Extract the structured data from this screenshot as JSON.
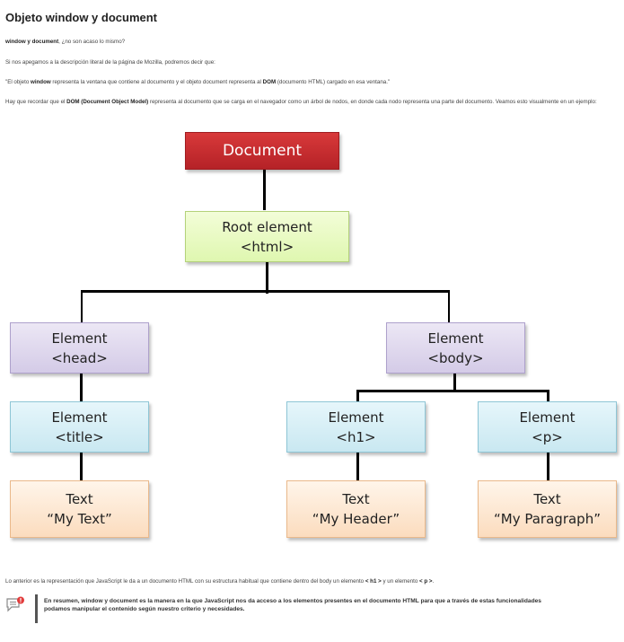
{
  "article": {
    "title": "Objeto window y document",
    "q_bold": "window y document",
    "q_rest": ", ¿no son acaso lo mismo?",
    "intro": "Si nos apegamos a la descripción literal de la página de Mozilla, podremos decir que:",
    "quote_1": "\"El objeto ",
    "quote_window": "window",
    "quote_2": " representa la ventana que contiene al documento y el objeto document representa al ",
    "quote_dom": "DOM",
    "quote_3": " (documento HTML) cargado en esa ventana.\"",
    "dom_1": "Hay que recordar que el ",
    "dom_bold": "DOM (Document Object Model)",
    "dom_2": " representa al documento que se carga en el navegador como un árbol de nodos, en donde cada nodo representa una parte del documento. Veamos esto visualmente en un ejemplo:",
    "after_1": "Lo anterior es la representación que JavaScript le da a un documento HTML con su estructura habitual que contiene dentro del body un elemento ",
    "after_h1": "< h1 >",
    "after_2": " y un elemento ",
    "after_p": "< p >",
    "after_3": ".",
    "summary": "En resumen, window y document es la manera en la que JavaScript nos da acceso a los elementos presentes en el documento HTML para que a través de estas funcionalidades podamos manipular el contenido según nuestro criterio y necesidades."
  },
  "diagram": {
    "document": {
      "l1": "Document"
    },
    "root": {
      "l1": "Root element",
      "l2": "<html>"
    },
    "head": {
      "l1": "Element",
      "l2": "<head>"
    },
    "body": {
      "l1": "Element",
      "l2": "<body>"
    },
    "title": {
      "l1": "Element",
      "l2": "<title>"
    },
    "h1": {
      "l1": "Element",
      "l2": "<h1>"
    },
    "p": {
      "l1": "Element",
      "l2": "<p>"
    },
    "text_title": {
      "l1": "Text",
      "l2": "“My Text”"
    },
    "text_h1": {
      "l1": "Text",
      "l2": "“My Header”"
    },
    "text_p": {
      "l1": "Text",
      "l2": "“My Paragraph”"
    }
  },
  "colors": {
    "document_fill": "#c8292e",
    "root_fill": "#e9fbc4",
    "element_head_body_fill": "#ddd6ee",
    "element_leaf_fill": "#d6eff6",
    "text_fill": "#fde8d2"
  },
  "icons": {
    "note": "comment-alert-icon"
  }
}
